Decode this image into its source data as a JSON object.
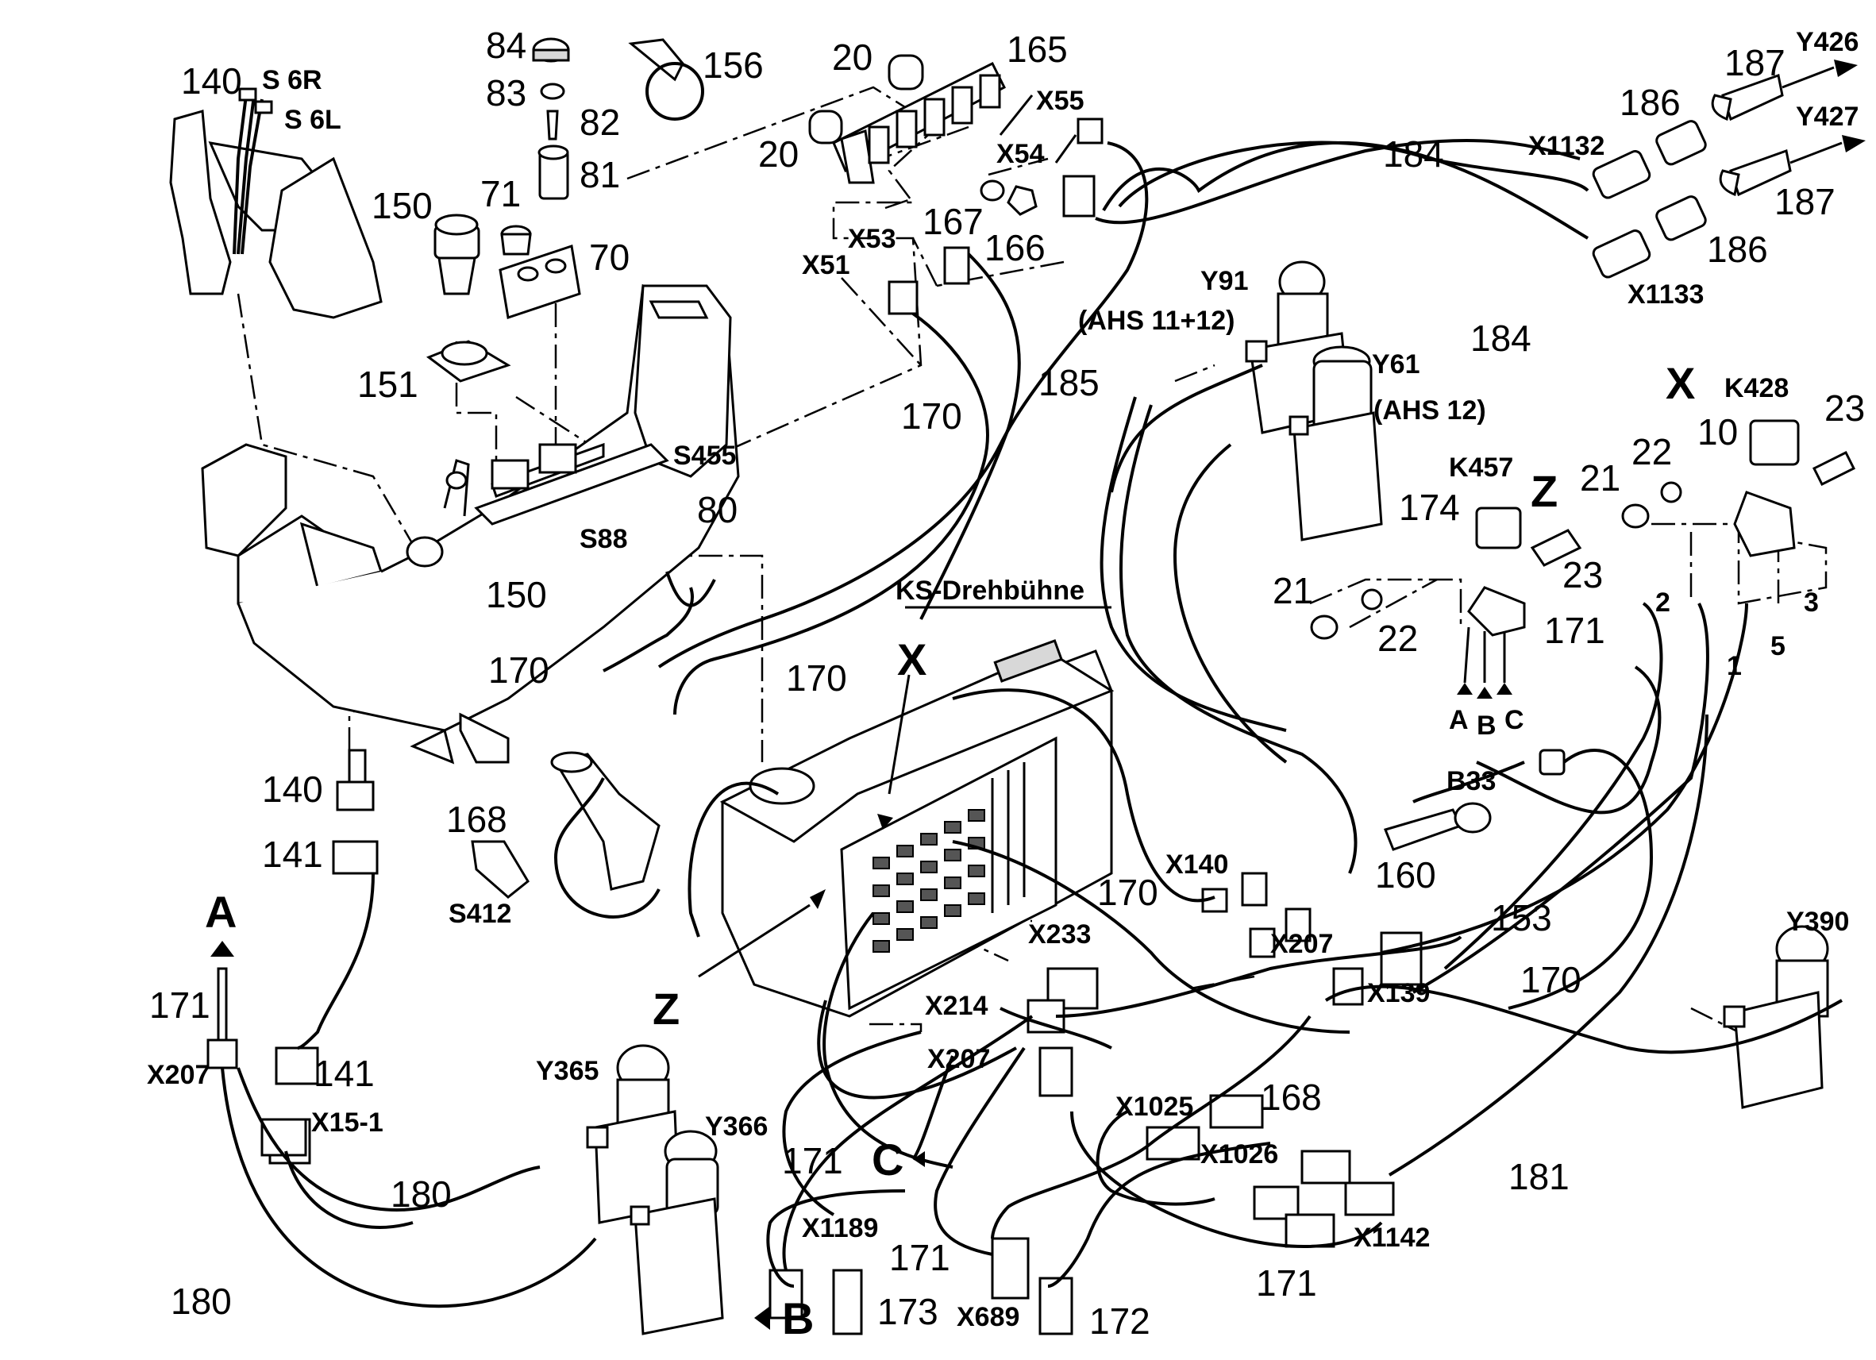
{
  "diagram": {
    "callouts": [
      "140",
      "S 6R",
      "S 6L",
      "84",
      "83",
      "82",
      "81",
      "156",
      "20",
      "165",
      "20",
      "X55",
      "Y426",
      "187",
      "Y427",
      "186",
      "X1132",
      "184",
      "187",
      "X54",
      "167",
      "166",
      "X53",
      "X51",
      "150",
      "71",
      "70",
      "186",
      "X1133",
      "184",
      "Y91",
      "(AHS 11+12)",
      "Y61",
      "(AHS 12)",
      "185",
      "151",
      "170",
      "S455",
      "80",
      "X",
      "K428",
      "23",
      "10",
      "22",
      "21",
      "K457",
      "Z",
      "174",
      "23",
      "S88",
      "150",
      "KS-Drehbühne",
      "21",
      "22",
      "2",
      "1",
      "5",
      "3",
      "171",
      "A",
      "B",
      "C",
      "170",
      "170",
      "X",
      "140",
      "168",
      "B33",
      "141",
      "160",
      "S412",
      "X140",
      "170",
      "153",
      "Y390",
      "A",
      "X207",
      "X233",
      "X139",
      "170",
      "171",
      "X214",
      "Z",
      "X207",
      "X207",
      "141",
      "Y365",
      "X1025",
      "168",
      "X15-1",
      "Y366",
      "X1026",
      "171",
      "C",
      "181",
      "180",
      "X1189",
      "X1142",
      "171",
      "171",
      "180",
      "B",
      "173",
      "X689",
      "172"
    ]
  }
}
